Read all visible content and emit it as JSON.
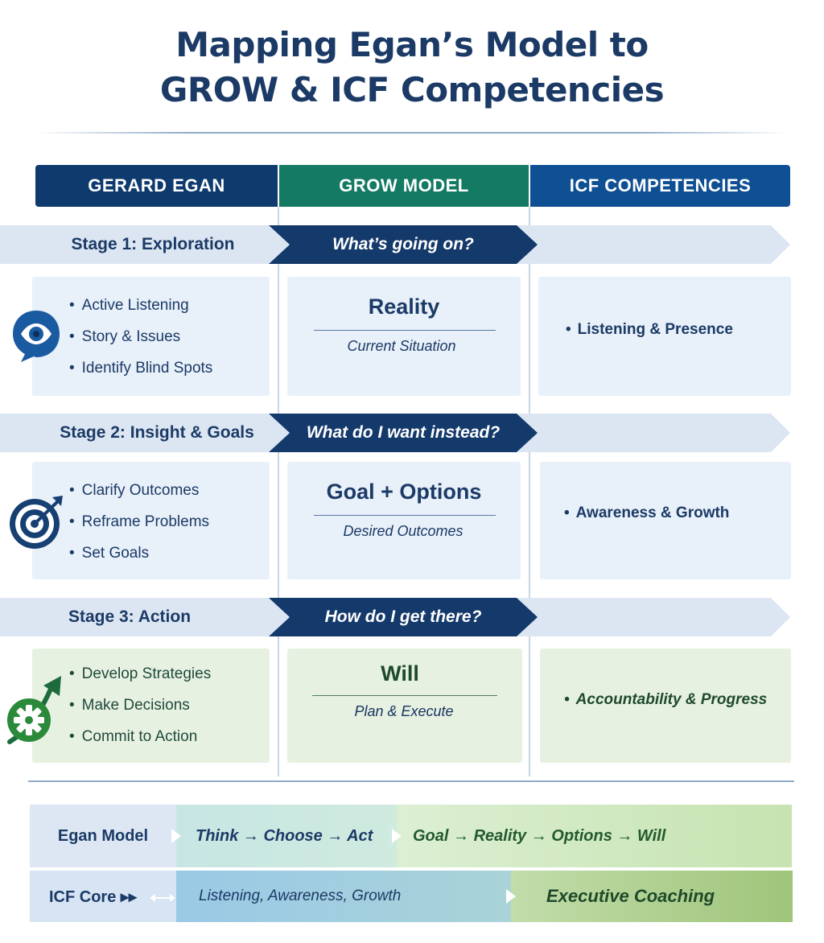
{
  "title": {
    "line1": "Mapping Egan’s Model to",
    "line2": "GROW & ICF Competencies"
  },
  "columns": [
    "GERARD EGAN",
    "GROW MODEL",
    "ICF COMPETENCIES"
  ],
  "stages": [
    {
      "label": "Stage 1: Exploration",
      "question": "What’s going on?",
      "icon": "eye-speech-bubble-icon",
      "egan_items": [
        "Active Listening",
        "Story & Issues",
        "Identify Blind Spots"
      ],
      "grow_title": "Reality",
      "grow_subtitle": "Current Situation",
      "icf": "Listening & Presence"
    },
    {
      "label": "Stage 2: Insight & Goals",
      "question": "What do I want instead?",
      "icon": "target-arrow-icon",
      "egan_items": [
        "Clarify Outcomes",
        "Reframe Problems",
        "Set Goals"
      ],
      "grow_title": "Goal + Options",
      "grow_subtitle": "Desired Outcomes",
      "icf": "Awareness & Growth"
    },
    {
      "label": "Stage 3: Action",
      "question": "How do I get there?",
      "icon": "gear-growth-arrow-icon",
      "egan_items": [
        "Develop Strategies",
        "Make Decisions",
        "Commit to Action"
      ],
      "grow_title": "Will",
      "grow_subtitle": "Plan & Execute",
      "icf": "Accountability & Progress"
    }
  ],
  "summary": {
    "row1": {
      "label": "Egan Model",
      "egan_flow": "Think → Choose → Act",
      "grow_flow": "Goal → Reality → Options → Will"
    },
    "row2": {
      "label": "ICF Core ▸▸",
      "competencies": "Listening, Awareness, Growth",
      "outcome": "Executive Coaching"
    }
  },
  "colors": {
    "navy": "#0e3a6e",
    "teal": "#147a63",
    "blue": "#0f4f94",
    "band": "#dce6f2",
    "green_text": "#1f4a3a"
  }
}
